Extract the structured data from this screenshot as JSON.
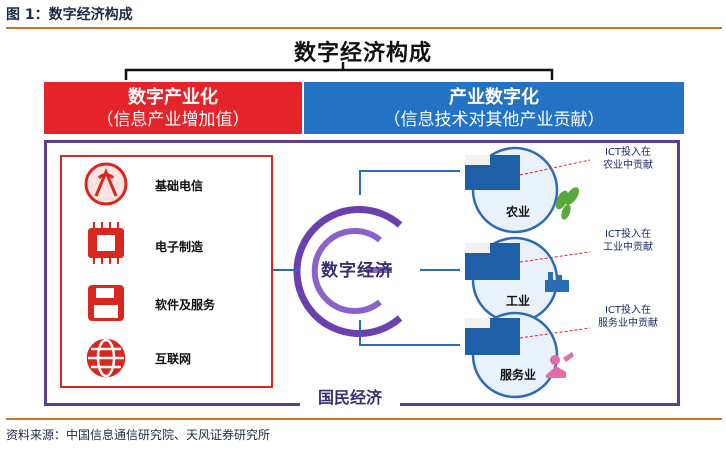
{
  "caption": "图 1：数字经济构成",
  "title": "数字经济构成",
  "left_band": {
    "line1": "数字产业化",
    "line2": "（信息产业增加值）"
  },
  "right_band": {
    "line1": "产业数字化",
    "line2": "（信息技术对其他产业贡献）"
  },
  "left_items": [
    {
      "label": "基础电信",
      "icon": "antenna-icon"
    },
    {
      "label": "电子制造",
      "icon": "chip-icon"
    },
    {
      "label": "软件及服务",
      "icon": "floppy-disk-icon"
    },
    {
      "label": "互联网",
      "icon": "globe-icon"
    }
  ],
  "center": "数字经济",
  "sectors": [
    {
      "name": "农业",
      "ict_line1": "ICT投入在",
      "ict_line2": "农业中贡献",
      "icon": "wheat-icon"
    },
    {
      "name": "工业",
      "ict_line1": "ICT投入在",
      "ict_line2": "工业中贡献",
      "icon": "factory-icon"
    },
    {
      "name": "服务业",
      "ict_line1": "ICT投入在",
      "ict_line2": "服务业中贡献",
      "icon": "service-icon"
    }
  ],
  "frame_label": "国民经济",
  "source": "资料来源：中国信息通信研究院、天风证券研究所",
  "colors": {
    "red": "#e4242a",
    "blue": "#2372c3",
    "purple": "#5b3d8f",
    "rule": "#c8742a"
  }
}
